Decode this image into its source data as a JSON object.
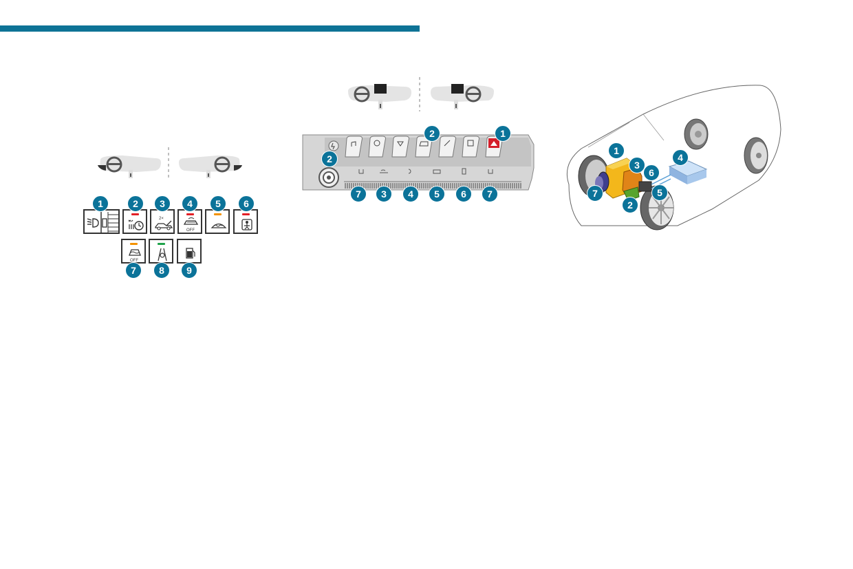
{
  "colors": {
    "accent": "#0e7396",
    "badge": "#0b7399",
    "lamp_red": "#e21f26",
    "lamp_orange": "#f39200",
    "lamp_green": "#1fa34a"
  },
  "left_panel": {
    "switches": [
      {
        "num": "1",
        "icon": "headlamp-beam-adjust-icon",
        "lamp": null
      },
      {
        "num": "2",
        "icon": "programmable-heating-icon",
        "lamp": "red"
      },
      {
        "num": "3",
        "icon": "boot-2x-open-icon",
        "lamp": null
      },
      {
        "num": "4",
        "icon": "volumetric-alarm-off-icon",
        "lamp": "red"
      },
      {
        "num": "5",
        "icon": "windscreen-heating-icon",
        "lamp": "orange"
      },
      {
        "num": "6",
        "icon": "child-lock-icon",
        "lamp": "red"
      },
      {
        "num": "7",
        "icon": "esp-off-icon",
        "lamp": "orange"
      },
      {
        "num": "8",
        "icon": "lane-keeping-icon",
        "lamp": "green"
      },
      {
        "num": "9",
        "icon": "fuel-filler-flap-icon",
        "lamp": null
      }
    ],
    "off_text": "OFF",
    "twox_text": "2×"
  },
  "middle_panel": {
    "toggle_numbers": [
      "2",
      "1"
    ],
    "side_number": "2",
    "bottom_numbers": [
      "7",
      "3",
      "4",
      "5",
      "6",
      "7"
    ]
  },
  "right_panel": {
    "numbers": [
      "1",
      "2",
      "3",
      "4",
      "5",
      "6",
      "7"
    ]
  }
}
